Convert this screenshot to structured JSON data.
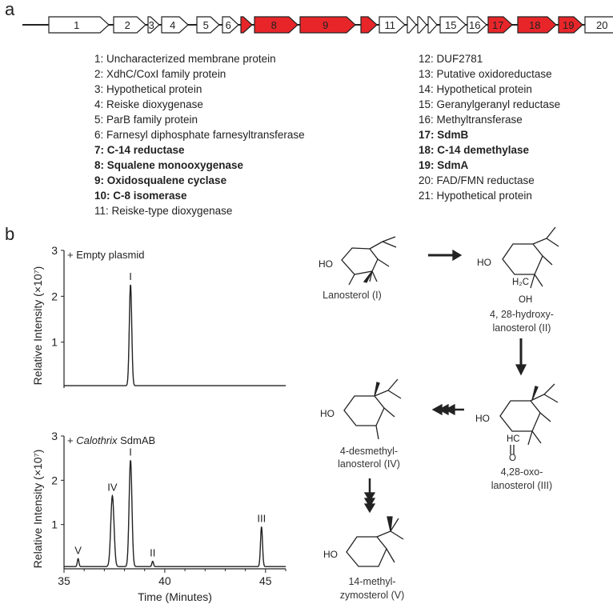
{
  "panel_labels": {
    "a": "a",
    "b": "b"
  },
  "gene_cluster": {
    "colors": {
      "outline": "#222222",
      "highlight": "#e8262a",
      "normal": "#ffffff"
    },
    "genes": [
      {
        "label": "1",
        "highlight": false
      },
      {
        "label": "2",
        "highlight": false
      },
      {
        "label": "3",
        "highlight": false
      },
      {
        "label": "4",
        "highlight": false
      },
      {
        "label": "5",
        "highlight": false
      },
      {
        "label": "6",
        "highlight": false
      },
      {
        "label": "",
        "highlight": true
      },
      {
        "label": "8",
        "highlight": true
      },
      {
        "label": "9",
        "highlight": true
      },
      {
        "label": "",
        "highlight": true
      },
      {
        "label": "11",
        "highlight": false
      },
      {
        "label": "",
        "highlight": false
      },
      {
        "label": "",
        "highlight": false
      },
      {
        "label": "",
        "highlight": false
      },
      {
        "label": "15",
        "highlight": false
      },
      {
        "label": "16",
        "highlight": false
      },
      {
        "label": "17",
        "highlight": true
      },
      {
        "label": "18",
        "highlight": true
      },
      {
        "label": "19",
        "highlight": true
      },
      {
        "label": "20",
        "highlight": false
      },
      {
        "label": "",
        "highlight": false
      }
    ]
  },
  "legend": {
    "left": [
      {
        "text": "1: Uncharacterized membrane protein",
        "bold": false
      },
      {
        "text": "2: XdhC/CoxI family protein",
        "bold": false
      },
      {
        "text": "3: Hypothetical protein",
        "bold": false
      },
      {
        "text": "4: Reiske dioxygenase",
        "bold": false
      },
      {
        "text": "5: ParB family protein",
        "bold": false
      },
      {
        "text": "6: Farnesyl diphosphate farnesyltransferase",
        "bold": false
      },
      {
        "text": "7: C-14 reductase",
        "bold": true
      },
      {
        "text": "8: Squalene monooxygenase",
        "bold": true
      },
      {
        "text": "9: Oxidosqualene cyclase",
        "bold": true
      },
      {
        "text": "10: C-8 isomerase",
        "bold": true
      },
      {
        "text": "11: Reiske-type dioxygenase",
        "bold": false
      }
    ],
    "right": [
      {
        "text": "12: DUF2781",
        "bold": false
      },
      {
        "text": "13: Putative oxidoreductase",
        "bold": false
      },
      {
        "text": "14: Hypothetical protein",
        "bold": false
      },
      {
        "text": "15: Geranylgeranyl reductase",
        "bold": false
      },
      {
        "text": "16: Methyltransferase",
        "bold": false
      },
      {
        "text": "17: SdmB",
        "bold": true
      },
      {
        "text": "18: C-14 demethylase",
        "bold": true
      },
      {
        "text": "19: SdmA",
        "bold": true
      },
      {
        "text": "20: FAD/FMN reductase",
        "bold": false
      },
      {
        "text": "21: Hypothetical protein",
        "bold": false
      }
    ]
  },
  "chart_data": [
    {
      "type": "line",
      "annotation": "+ Empty plasmid",
      "ylabel": "Relative Intensity (×10⁷)",
      "xlim": [
        35,
        46
      ],
      "ylim": [
        0,
        3
      ],
      "yticks": [
        "1",
        "2",
        "3"
      ],
      "baseline": 0.05,
      "peaks": [
        {
          "x": 38.3,
          "height": 2.2,
          "width": 0.06,
          "label": "I"
        }
      ]
    },
    {
      "type": "line",
      "annotation_prefix": "+ ",
      "annotation_italic": "Calothrix",
      "annotation_suffix": " SdmAB",
      "ylabel": "Relative Intensity (×10⁷)",
      "xlabel": "Time (Minutes)",
      "xlim": [
        35,
        46
      ],
      "ylim": [
        0,
        3
      ],
      "xticks": [
        35,
        40,
        45
      ],
      "yticks": [
        "1",
        "2",
        "3"
      ],
      "baseline": 0.05,
      "peaks": [
        {
          "x": 35.7,
          "height": 0.18,
          "width": 0.04,
          "label": "V"
        },
        {
          "x": 37.4,
          "height": 1.6,
          "width": 0.08,
          "label": "IV"
        },
        {
          "x": 38.3,
          "height": 2.4,
          "width": 0.07,
          "label": "I"
        },
        {
          "x": 39.4,
          "height": 0.12,
          "width": 0.04,
          "label": "II"
        },
        {
          "x": 44.8,
          "height": 0.9,
          "width": 0.05,
          "label": "III"
        }
      ]
    }
  ],
  "pathway": {
    "compounds": [
      {
        "id": "I",
        "name": [
          "Lanosterol (I)"
        ],
        "oh": "HO"
      },
      {
        "id": "II",
        "name": [
          "4, 28-hydroxy-",
          "lanosterol (II)"
        ],
        "oh": "HO",
        "sub1": "H₂C",
        "sub2": "OH"
      },
      {
        "id": "III",
        "name": [
          "4,28-oxo-",
          "lanosterol (III)"
        ],
        "oh": "HO",
        "sub1": "HC",
        "sub2": "O"
      },
      {
        "id": "IV",
        "name": [
          "4-desmethyl-",
          "lanosterol (IV)"
        ],
        "oh": "HO"
      },
      {
        "id": "V",
        "name": [
          "14-methyl-",
          "zymosterol (V)"
        ],
        "oh": "HO"
      }
    ]
  }
}
